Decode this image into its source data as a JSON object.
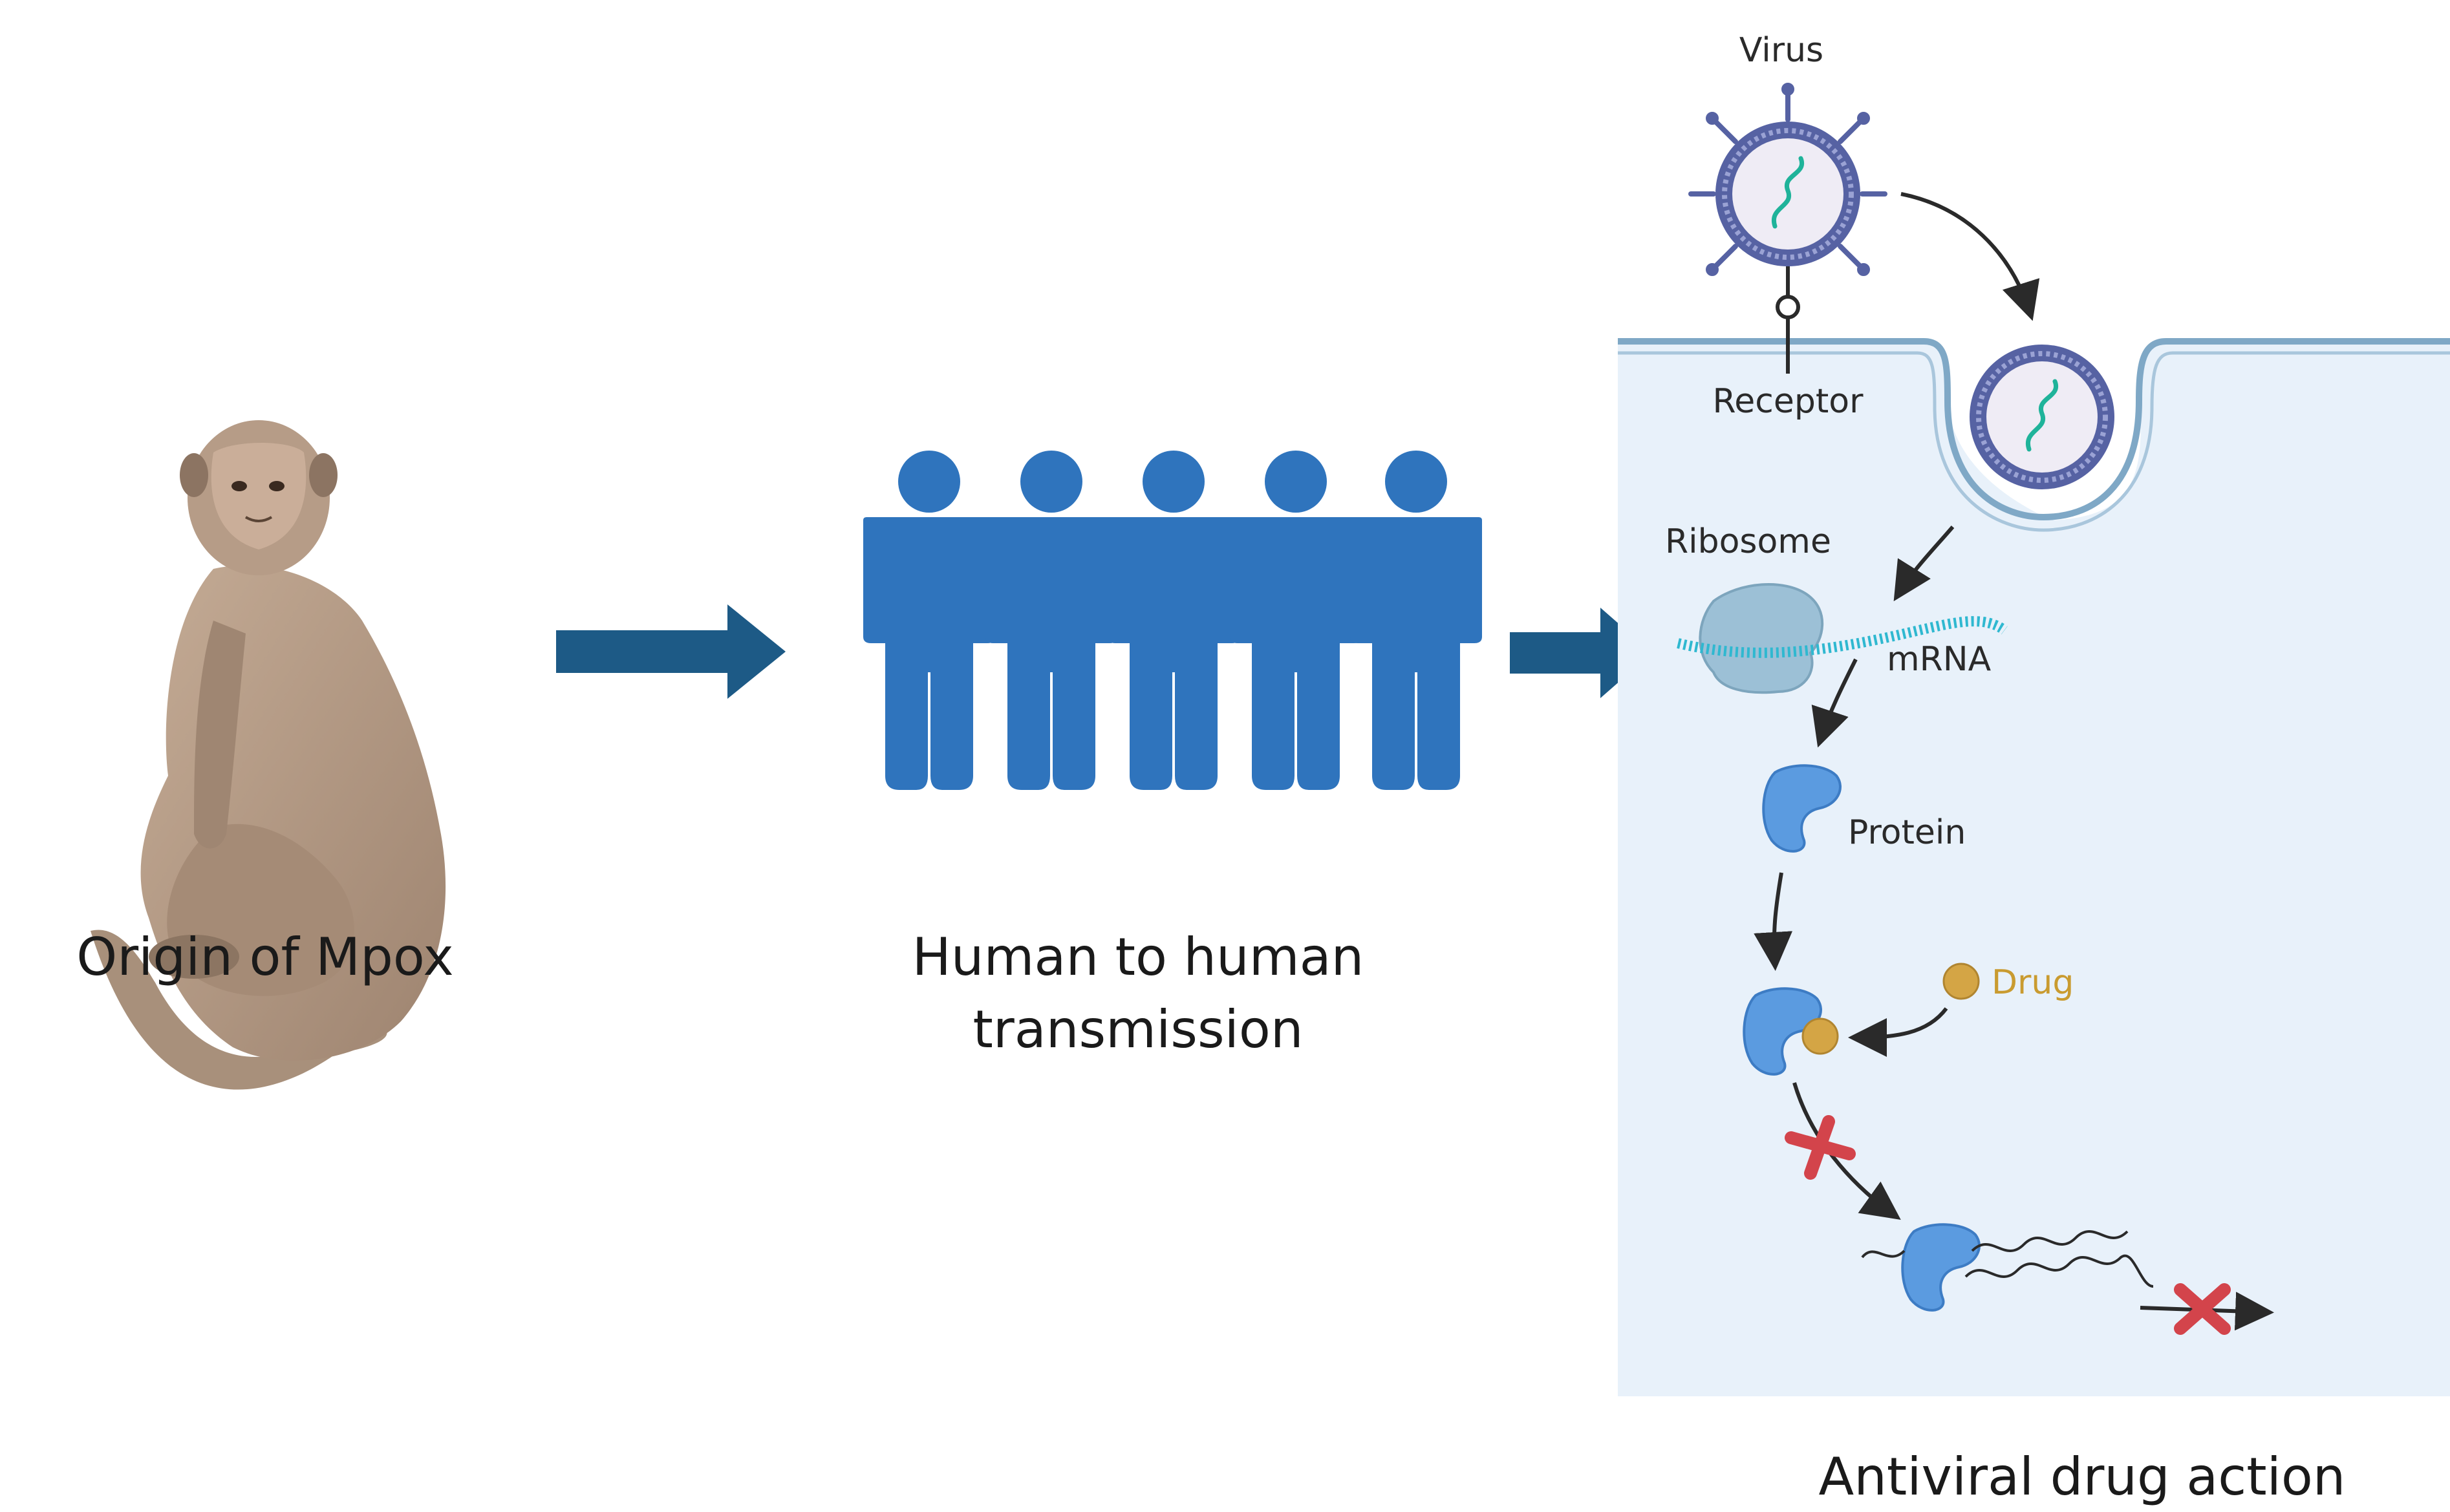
{
  "captions": {
    "origin": "Origin of Mpox",
    "transmission_line1": "Human to human",
    "transmission_line2": "transmission",
    "antiviral": "Antiviral drug action"
  },
  "labels": {
    "virus": "Virus",
    "receptor": "Receptor",
    "ribosome": "Ribosome",
    "mrna": "mRNA",
    "protein": "Protein",
    "drug": "Drug"
  },
  "colors": {
    "arrow": "#1d5a86",
    "people": "#2f74bd",
    "cell": "#e8f1fa",
    "membrane": "#7fa8c6",
    "virus": "#5662a3",
    "protein": "#5b9be0",
    "drug": "#d4a545",
    "block": "#d3444b",
    "monkey": "#b39a86"
  },
  "icons": {
    "monkey": "monkey-illustration",
    "people": "people-group-icon",
    "block": "cross-icon"
  }
}
